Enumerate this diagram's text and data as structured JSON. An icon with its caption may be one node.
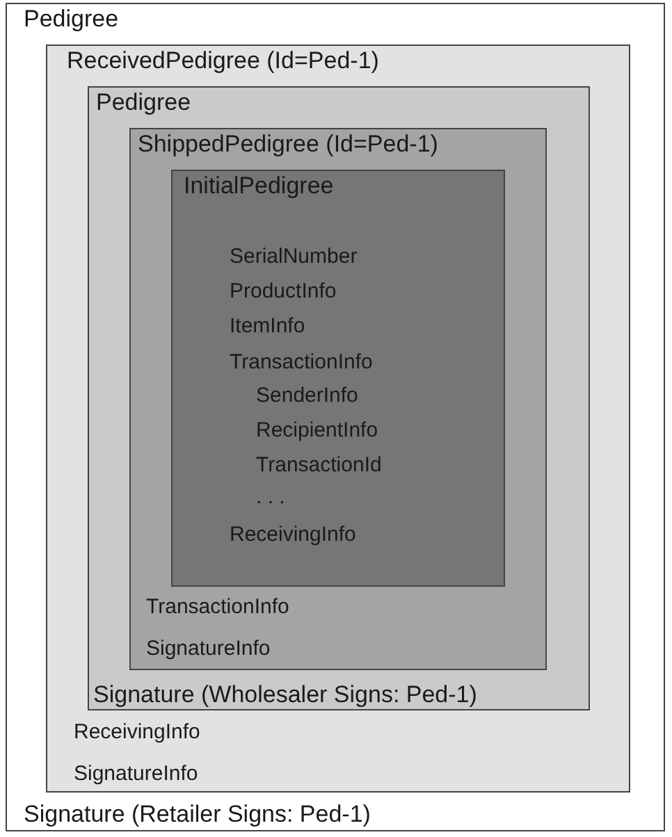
{
  "diagram": {
    "nodes": [
      {
        "text": [
          "Pedigree",
          "Signature (Retailer Signs: Ped-1)"
        ]
      },
      {
        "text": [
          "ReceivedPedigree (Id=Ped-1)",
          "ReceivingInfo",
          "SignatureInfo"
        ],
        "in": 0
      },
      {
        "text": [
          "Pedigree",
          "Signature (Wholesaler Signs: Ped-1)"
        ],
        "in": 1
      },
      {
        "text": [
          "ShippedPedigree (Id=Ped-1)",
          "TransactionInfo",
          "SignatureInfo"
        ],
        "in": 2
      },
      {
        "text": [
          "InitialPedigree",
          "SerialNumber",
          "ProductInfo",
          "ItemInfo",
          "TransactionInfo",
          "SenderInfo",
          "RecipientInfo",
          "TransactionId",
          ". . .",
          "ReceivingInfo"
        ],
        "in": 3
      }
    ]
  }
}
